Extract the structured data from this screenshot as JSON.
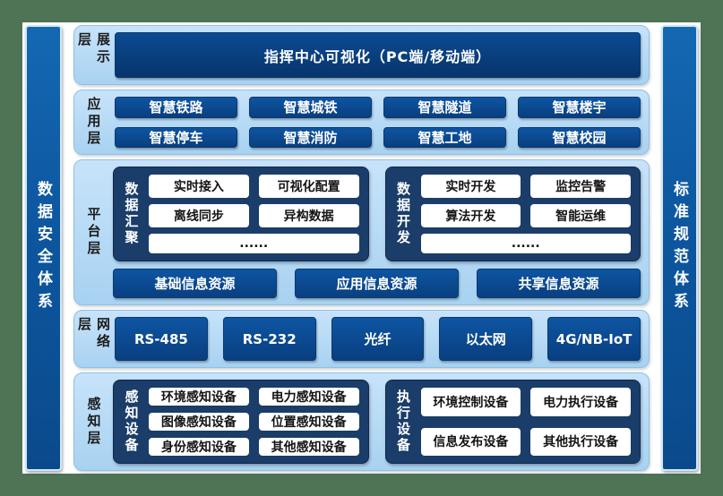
{
  "pillars": {
    "left": "数据安全体系",
    "right": "标准规范体系"
  },
  "layers": {
    "presentation": {
      "label": "展示层",
      "main_box": "指挥中心可视化（PC端/移动端）"
    },
    "application": {
      "label": "应用层",
      "items": [
        "智慧铁路",
        "智慧城铁",
        "智慧隧道",
        "智慧楼宇",
        "智慧停车",
        "智慧消防",
        "智慧工地",
        "智慧校园"
      ]
    },
    "platform": {
      "label": "平台层",
      "groups": [
        {
          "label": "数据汇聚",
          "items": [
            "实时接入",
            "可视化配置",
            "离线同步",
            "异构数据"
          ],
          "more": "......"
        },
        {
          "label": "数据开发",
          "items": [
            "实时开发",
            "监控告警",
            "算法开发",
            "智能运维"
          ],
          "more": "......"
        }
      ],
      "resources": [
        "基础信息资源",
        "应用信息资源",
        "共享信息资源"
      ]
    },
    "network": {
      "label": "网络层",
      "items": [
        "RS-485",
        "RS-232",
        "光纤",
        "以太网",
        "4G/NB-IoT"
      ]
    },
    "perception": {
      "label": "感知层",
      "groups": [
        {
          "label": "感知设备",
          "items": [
            "环境感知设备",
            "电力感知设备",
            "图像感知设备",
            "位置感知设备",
            "身份感知设备",
            "其他感知设备"
          ]
        },
        {
          "label": "执行设备",
          "items": [
            "环境控制设备",
            "电力执行设备",
            "信息发布设备",
            "其他执行设备"
          ]
        }
      ]
    }
  },
  "colors": {
    "background_green": "#4e7355",
    "panel_light_blue": "#b3d9f6",
    "box_dark_blue": "#0b4c94",
    "block_navy": "#1a3d6a",
    "pillar_blue": "#0d579f",
    "white_box": "#ffffff"
  }
}
